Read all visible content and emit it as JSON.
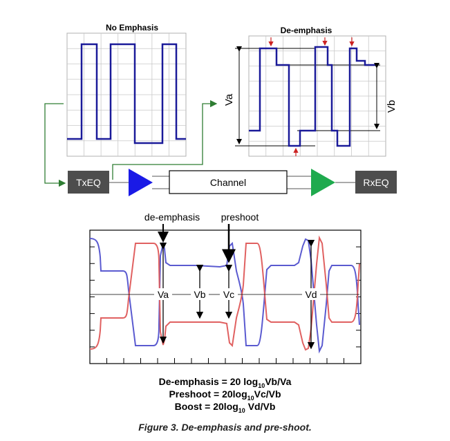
{
  "top_left_plot": {
    "title": "No Emphasis"
  },
  "top_right_plot": {
    "title": "De-emphasis",
    "va_label": "Va",
    "vb_label": "Vb"
  },
  "signal_chain": {
    "tx_label": "TxEQ",
    "channel_label": "Channel",
    "rx_label": "RxEQ",
    "colors": {
      "tx_amp": "#1a1ae6",
      "rx_amp": "#1faa4e",
      "block": "#4d4d4d",
      "wire": "#2e7d32"
    }
  },
  "eye_plot": {
    "deemphasis_label": "de-emphasis",
    "preshoot_label": "preshoot",
    "va": "Va",
    "vb": "Vb",
    "vc": "Vc",
    "vd": "Vd",
    "colors": {
      "trace_a": "#5a5ad0",
      "trace_b": "#e06060"
    }
  },
  "equations": {
    "deemphasis": {
      "lhs": "De-emphasis = 20 log",
      "sub": "10",
      "rhs": "Vb/Va"
    },
    "preshoot": {
      "lhs": "Preshoot = 20log",
      "sub": "10",
      "rhs": "Vc/Vb"
    },
    "boost": {
      "lhs": "Boost = 20log",
      "sub": "10",
      "rhs": " Vd/Vb"
    }
  },
  "caption": "Figure 3. De-emphasis and pre-shoot."
}
